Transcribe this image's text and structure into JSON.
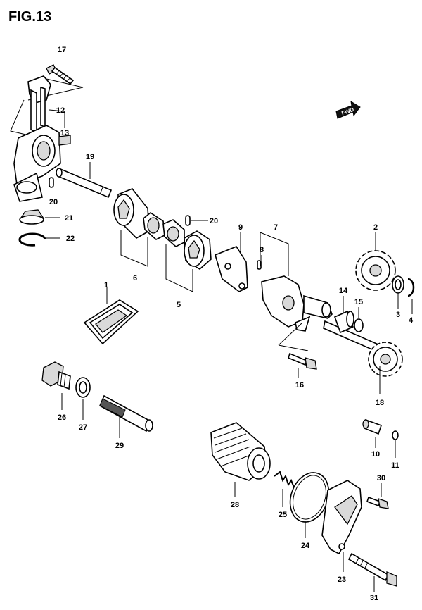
{
  "figure": {
    "title": "FIG.13",
    "fwd_badge": "FWD"
  },
  "callouts": [
    {
      "id": "c1",
      "text": "1"
    },
    {
      "id": "c2",
      "text": "2"
    },
    {
      "id": "c3",
      "text": "3"
    },
    {
      "id": "c4",
      "text": "4"
    },
    {
      "id": "c5",
      "text": "5"
    },
    {
      "id": "c6",
      "text": "6"
    },
    {
      "id": "c7",
      "text": "7"
    },
    {
      "id": "c8",
      "text": "8"
    },
    {
      "id": "c9",
      "text": "9"
    },
    {
      "id": "c10",
      "text": "10"
    },
    {
      "id": "c11",
      "text": "11"
    },
    {
      "id": "c12",
      "text": "12"
    },
    {
      "id": "c13",
      "text": "13"
    },
    {
      "id": "c14",
      "text": "14"
    },
    {
      "id": "c15",
      "text": "15"
    },
    {
      "id": "c16",
      "text": "16"
    },
    {
      "id": "c17",
      "text": "17"
    },
    {
      "id": "c18",
      "text": "18"
    },
    {
      "id": "c19",
      "text": "19"
    },
    {
      "id": "c20a",
      "text": "20"
    },
    {
      "id": "c20b",
      "text": "20"
    },
    {
      "id": "c21",
      "text": "21"
    },
    {
      "id": "c22",
      "text": "22"
    },
    {
      "id": "c23",
      "text": "23"
    },
    {
      "id": "c24",
      "text": "24"
    },
    {
      "id": "c25",
      "text": "25"
    },
    {
      "id": "c26",
      "text": "26"
    },
    {
      "id": "c27",
      "text": "27"
    },
    {
      "id": "c28",
      "text": "28"
    },
    {
      "id": "c29",
      "text": "29"
    },
    {
      "id": "c30",
      "text": "30"
    },
    {
      "id": "c31",
      "text": "31"
    }
  ]
}
